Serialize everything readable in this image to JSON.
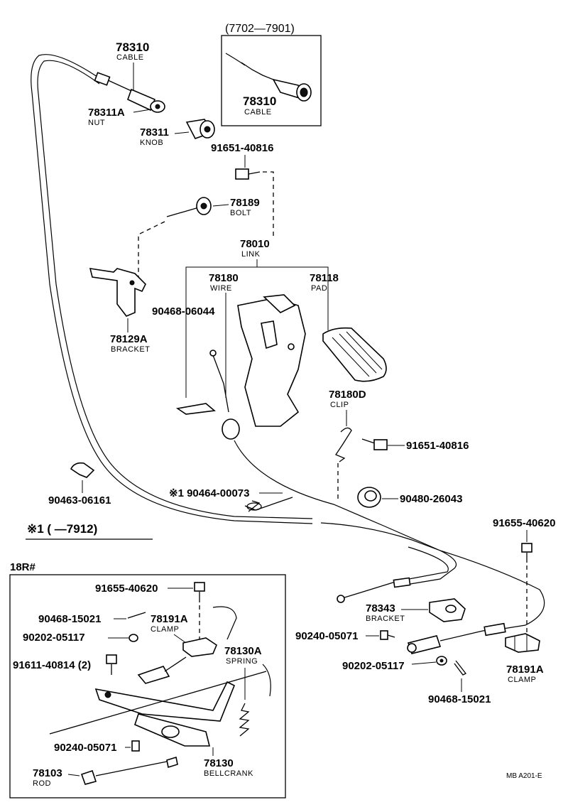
{
  "diagram": {
    "inset_title": "(7702—7901)",
    "footnote_marker": "※1 (       —7912)",
    "engine_label": "18R#",
    "sheet_code": "MB  A201-E",
    "parts": {
      "p78310_top": {
        "number": "78310",
        "name": "CABLE"
      },
      "p78310_inset": {
        "number": "78310",
        "name": "CABLE"
      },
      "p78311A": {
        "number": "78311A",
        "name": "NUT"
      },
      "p78311": {
        "number": "78311",
        "name": "KNOB"
      },
      "p91651_a": {
        "number": "91651-40816"
      },
      "p78189": {
        "number": "78189",
        "name": "BOLT"
      },
      "p78010": {
        "number": "78010",
        "name": "LINK"
      },
      "p78180": {
        "number": "78180",
        "name": "WIRE"
      },
      "p78118": {
        "number": "78118",
        "name": "PAD"
      },
      "p90468_06044": {
        "number": "90468-06044"
      },
      "p78129A": {
        "number": "78129A",
        "name": "BRACKET"
      },
      "p78180D": {
        "number": "78180D",
        "name": "CLIP"
      },
      "p91651_b": {
        "number": "91651-40816"
      },
      "p90463": {
        "number": "90463-06161"
      },
      "p90464": {
        "number": "※1 90464-00073"
      },
      "p90480": {
        "number": "90480-26043"
      },
      "p91655_right": {
        "number": "91655-40620"
      },
      "p78343": {
        "number": "78343",
        "name": "BRACKET"
      },
      "p90240_right": {
        "number": "90240-05071"
      },
      "p90202_right": {
        "number": "90202-05117"
      },
      "p78191A_right": {
        "number": "78191A",
        "name": "CLAMP"
      },
      "p90468_15021_right": {
        "number": "90468-15021"
      },
      "p91655_box": {
        "number": "91655-40620"
      },
      "p90468_15021_box": {
        "number": "90468-15021"
      },
      "p78191A_box": {
        "number": "78191A",
        "name": "CLAMP"
      },
      "p90202_box": {
        "number": "90202-05117"
      },
      "p91611": {
        "number": "91611-40814 (2)"
      },
      "p78130A": {
        "number": "78130A",
        "name": "SPRING"
      },
      "p90240_box": {
        "number": "90240-05071"
      },
      "p78130": {
        "number": "78130",
        "name": "BELLCRANK"
      },
      "p78103": {
        "number": "78103",
        "name": "ROD"
      }
    }
  }
}
